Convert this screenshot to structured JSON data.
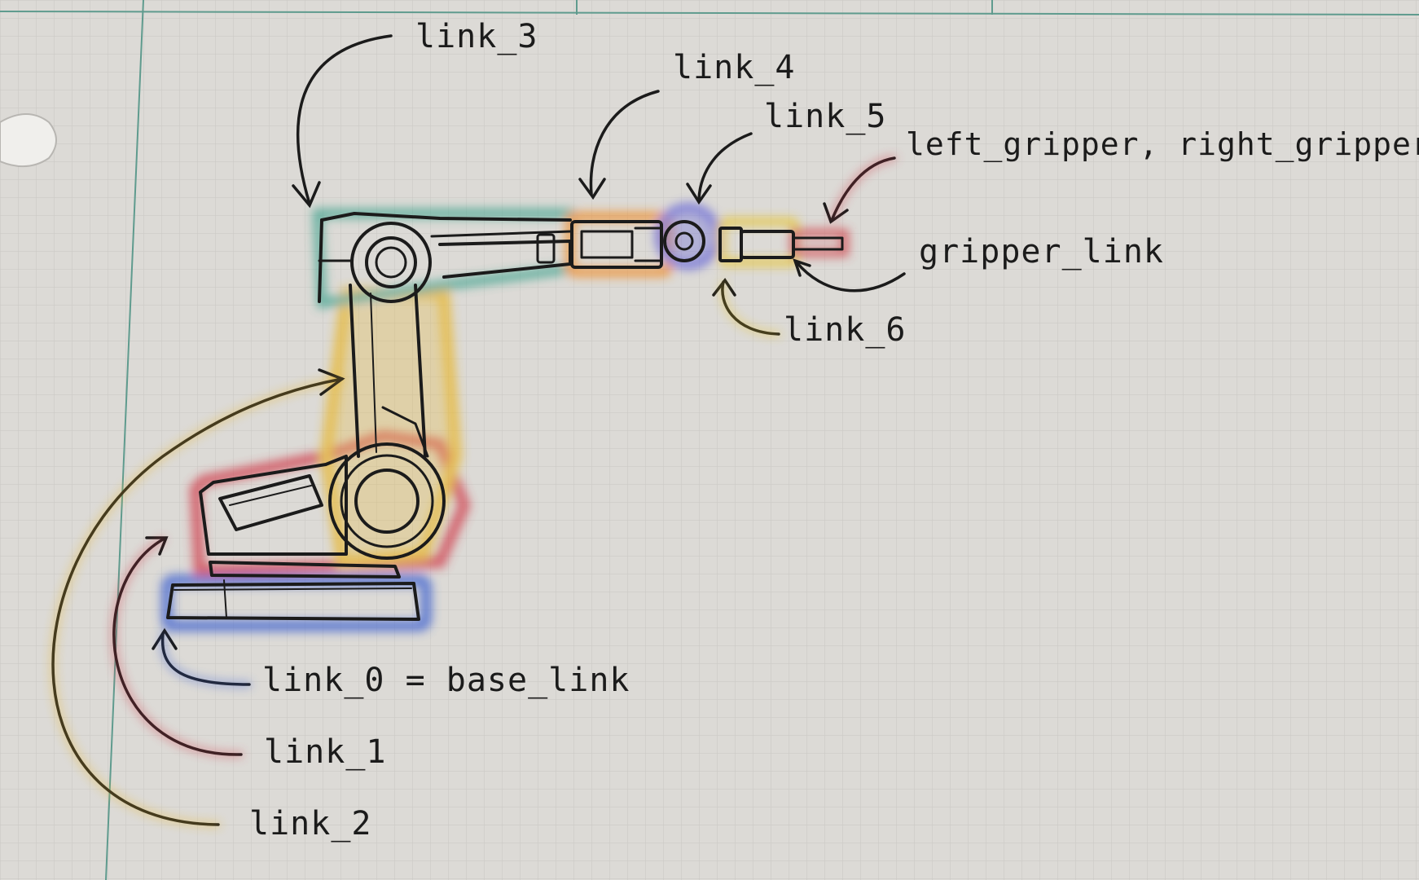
{
  "labels": {
    "link_3": "link_3",
    "link_4": "link_4",
    "link_5": "link_5",
    "grippers": "left_gripper, right_gripper",
    "gripper_link": "gripper_link",
    "link_6": "link_6",
    "link_0": "link_0 = base_link",
    "link_1": "link_1",
    "link_2": "link_2"
  },
  "colors": {
    "paper": "#dcdad6",
    "grid": "#c9c7c3",
    "margin_line": "#5f9b8e",
    "ink": "#1b1b1b",
    "base_link_highlight": "#3a5fd0",
    "link_1_highlight": "#d03a4a",
    "link_2_highlight": "#e8b62a",
    "link_3_highlight": "#3fa38e",
    "link_4_highlight": "#f08a24",
    "link_5_highlight": "#6060d8",
    "link_6_highlight": "#e8c52a",
    "gripper_highlight": "#d0404a"
  }
}
